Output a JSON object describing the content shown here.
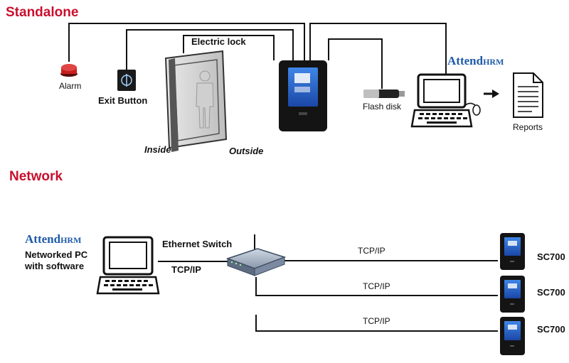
{
  "sections": {
    "standalone": "Standalone",
    "network": "Network"
  },
  "standalone": {
    "alarm": "Alarm",
    "exit_button": "Exit Button",
    "electric_lock": "Electric lock",
    "inside": "Inside",
    "outside": "Outside",
    "flash_disk": "Flash disk",
    "reports": "Reports",
    "brand_part1": "Attend",
    "brand_part2": "HRM"
  },
  "network": {
    "brand_part1": "Attend",
    "brand_part2": "HRM",
    "pc_label_line1": "Networked PC",
    "pc_label_line2": "with software",
    "switch_label": "Ethernet Switch",
    "link_label": "TCP/IP",
    "devices": [
      {
        "link": "TCP/IP",
        "model": "SC700"
      },
      {
        "link": "TCP/IP",
        "model": "SC700"
      },
      {
        "link": "TCP/IP",
        "model": "SC700"
      }
    ]
  },
  "colors": {
    "section_title": "#c8102e",
    "brand": "#1f5aa8",
    "wire": "#111111",
    "device_body": "#141414",
    "screen": "#2a63c9",
    "alarm": "#c81e1e"
  }
}
